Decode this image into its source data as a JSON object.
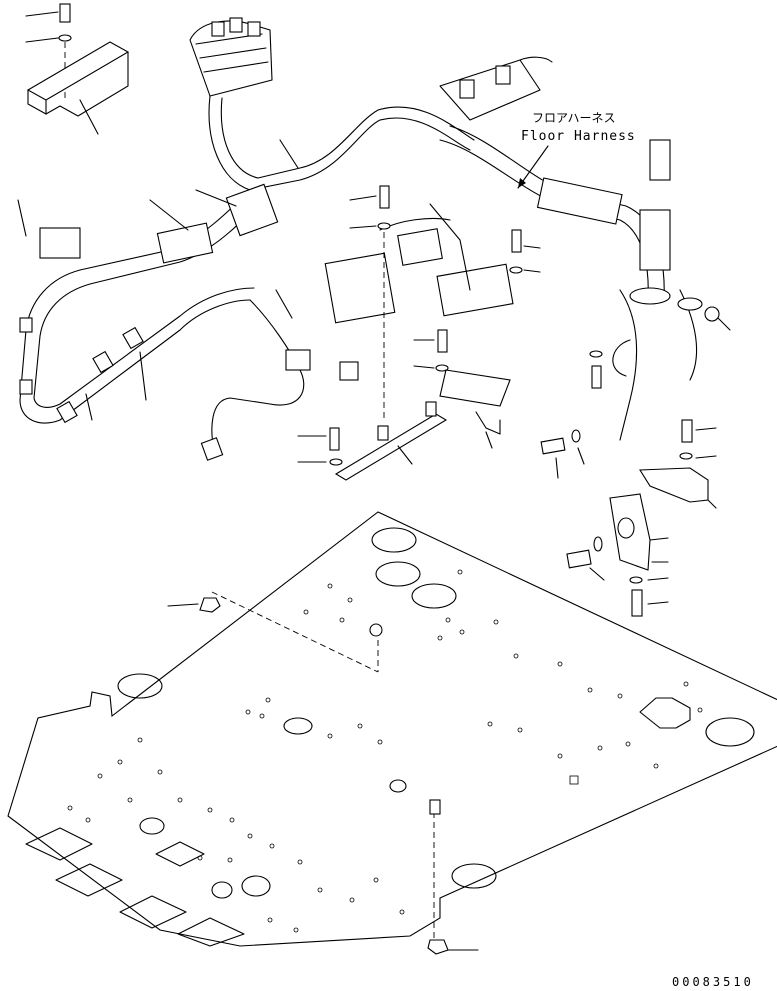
{
  "callout": {
    "label_jp": "フロアハーネス",
    "label_en": "Floor Harness"
  },
  "drawing_number": "00083510"
}
